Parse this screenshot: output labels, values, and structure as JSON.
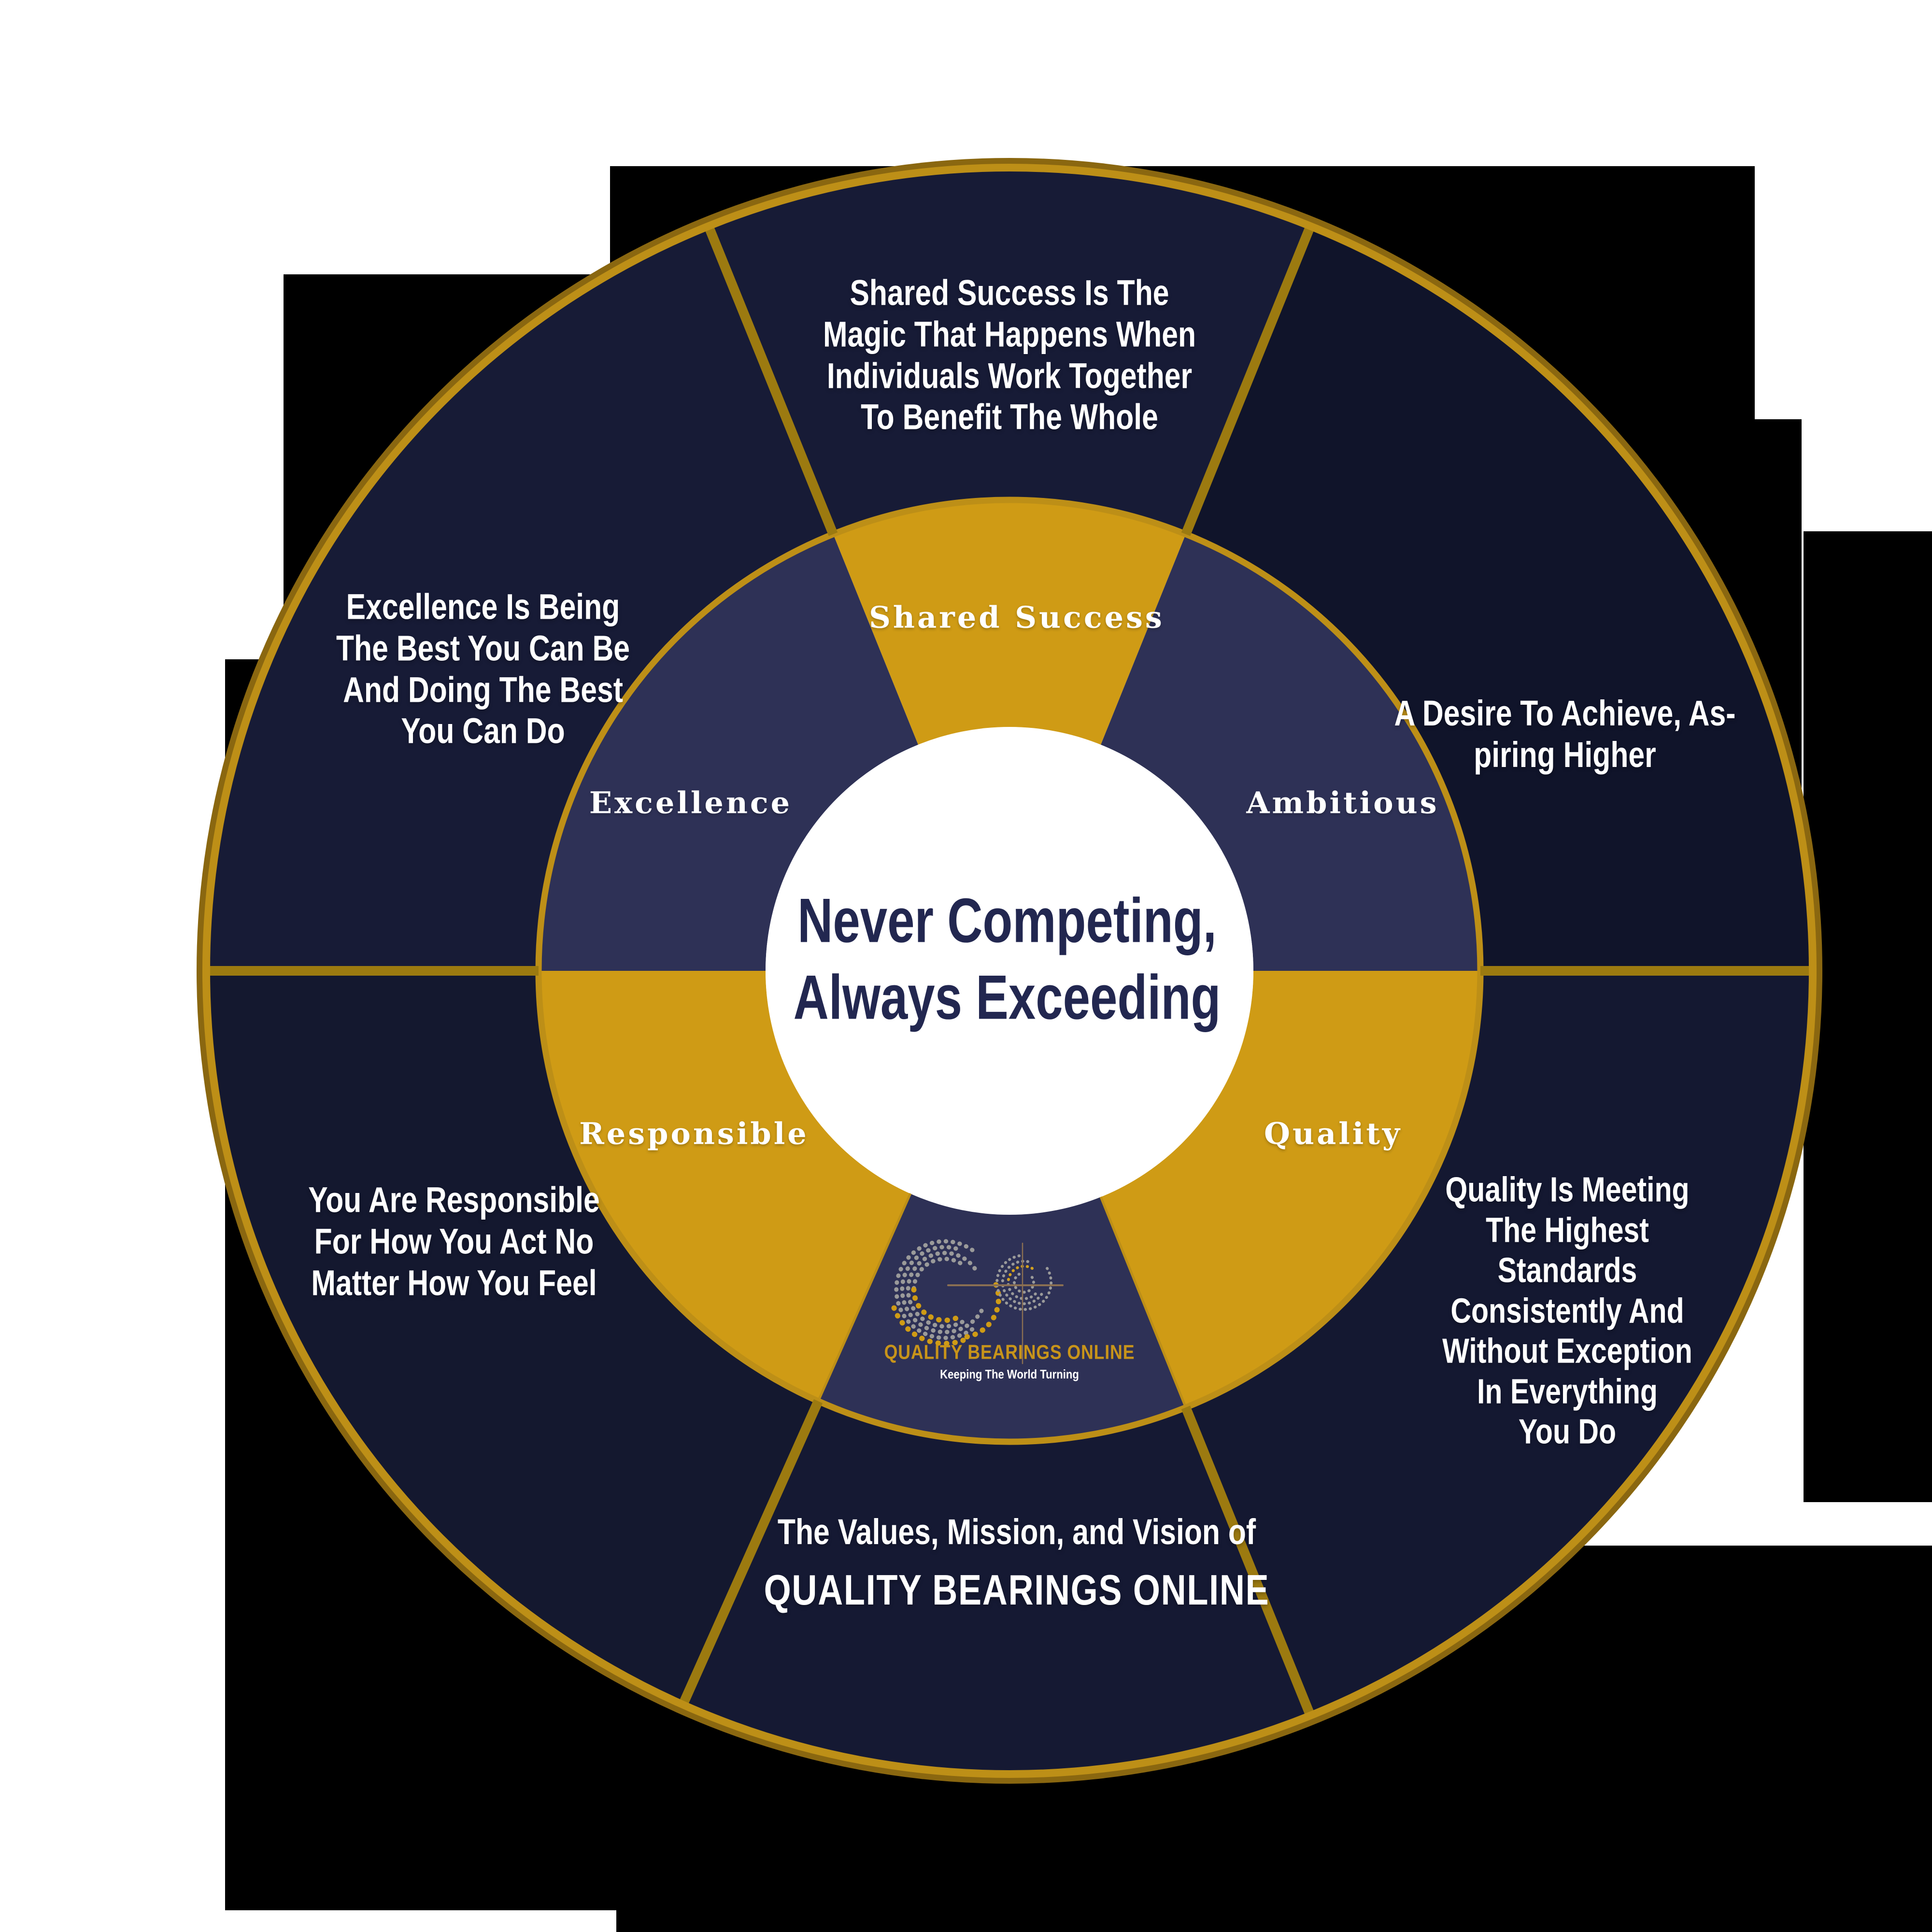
{
  "palette": {
    "page_background": "#ffffff",
    "black_blocks": "#000000",
    "outer_segment_navy": "#14182f",
    "inner_segment_navy": "#2e3156",
    "gold_segment": "#cf9b15",
    "gold_rim": "#bd8f17",
    "gold_spoke_dark": "#9c7a10",
    "center_text_navy": "#222750",
    "logo_gold": "#c8941a",
    "logo_gray_dots": "#9a9a9a",
    "logo_crosshair_brown": "#8a6f52",
    "text_white": "#ffffff"
  },
  "center": {
    "title": "Never Competing,\nAlways Exceeding"
  },
  "wheel": {
    "segments": [
      {
        "id": "shared-success",
        "label": "Shared Success",
        "description": "Shared Success Is The\nMagic That Happens When\nIndividuals Work Together\nTo Benefit The Whole"
      },
      {
        "id": "ambitious",
        "label": "Ambitious",
        "description": "A Desire To Achieve, As-\npiring Higher"
      },
      {
        "id": "quality",
        "label": "Quality",
        "description": "Quality Is Meeting\nThe Highest\nStandards\nConsistently And\nWithout Exception\nIn Everything\nYou Do"
      },
      {
        "id": "responsible",
        "label": "Responsible",
        "description": "You Are Responsible\nFor How You Act No\nMatter How You Feel"
      },
      {
        "id": "excellence",
        "label": "Excellence",
        "description": "Excellence Is Being\nThe Best You Can Be\nAnd Doing The Best\nYou Can Do"
      }
    ],
    "footer": {
      "line1": "The Values, Mission, and Vision of",
      "line2": "QUALITY BEARINGS ONLINE"
    }
  },
  "logo": {
    "name": "QUALITY BEARINGS ONLINE",
    "tagline": "Keeping The World Turning"
  }
}
